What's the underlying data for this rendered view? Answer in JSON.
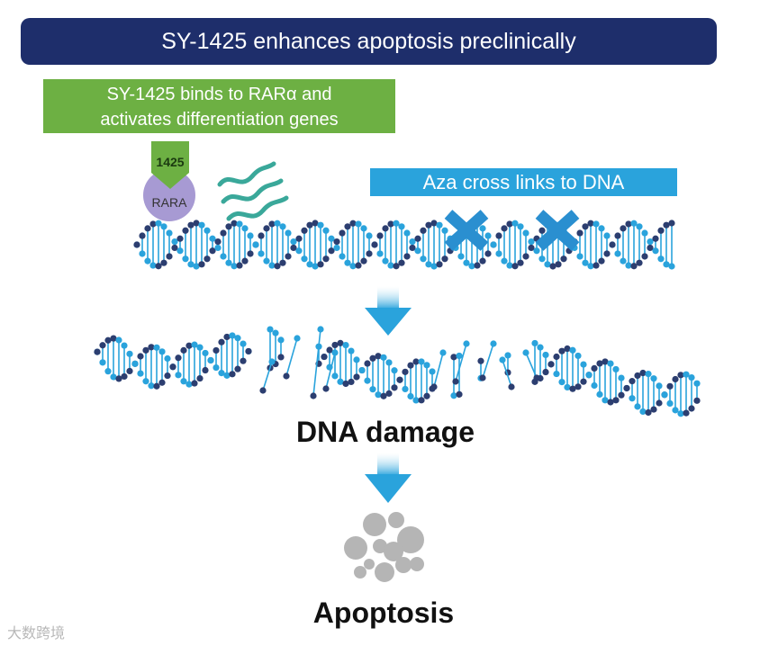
{
  "header": {
    "title": "SY-1425 enhances apoptosis preclinically"
  },
  "callouts": {
    "sy1425_line1": "SY-1425 binds to RARα and",
    "sy1425_line2": "activates differentiation genes",
    "aza": "Aza cross links to DNA"
  },
  "drug": {
    "tag": "1425",
    "receptor": "RARA"
  },
  "stages": {
    "damage": "DNA damage",
    "apoptosis": "Apoptosis"
  },
  "watermark": "大数跨境",
  "colors": {
    "banner": "#1e2e6b",
    "green": "#6db043",
    "aza_blue": "#2aa3dc",
    "receptor_purple": "#a79ad3",
    "wave_teal": "#3aa89a",
    "helix_light": "#2aa3dc",
    "helix_dark": "#2c3e70",
    "cell_grey": "#b5b5b5"
  }
}
